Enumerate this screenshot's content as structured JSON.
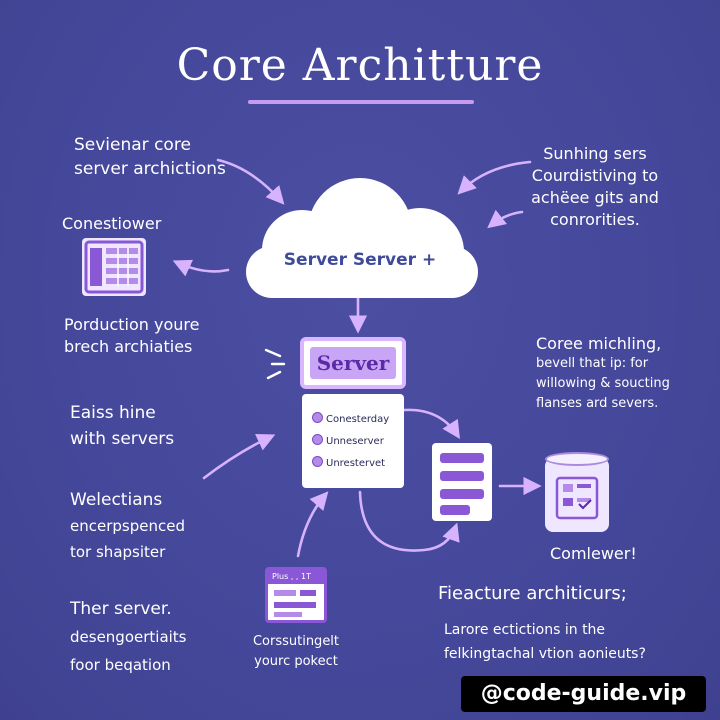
{
  "title": "Core Architture",
  "labels": {
    "top_left": [
      "Sevienar core",
      "server archictions"
    ],
    "top_right": [
      "Sunhing sers",
      "Courdistiving to",
      "achëee gits and",
      "conrorities."
    ],
    "left_card_title": "Conestiower",
    "left_mid": [
      "Porduction youre",
      "brech archiaties"
    ],
    "mid_right": [
      "Coree michling,",
      "bevell that ip: for",
      "willowing & soucting",
      "flanses ard severs."
    ],
    "left_easy": [
      "Eaiss hine",
      "with servers"
    ],
    "left_welect": [
      "Welectians",
      "encerpspenced",
      "tor shapsiter"
    ],
    "left_bottom": [
      "Ther server.",
      "desengoertiaits",
      "foor beqation"
    ],
    "bottom_center": [
      "Corssutingelt",
      "yourc pokect"
    ],
    "db_label": "Comlewer!",
    "feature_title": "Fieacture architicurs;",
    "feature_body": [
      "Larore ectictions in the",
      "felkingtachal vtion aonieuts?"
    ]
  },
  "cloud": {
    "label": "Server  Server +"
  },
  "server": {
    "label": "Server",
    "items": [
      "Conesterday",
      "Unneserver",
      "Unrestervet"
    ]
  },
  "tablet": {
    "label": "Plus , , 1T"
  },
  "watermark": "@code-guide.vip",
  "colors": {
    "background": "#46479a",
    "accent": "#c79cf0",
    "purple": "#8a58d6"
  }
}
